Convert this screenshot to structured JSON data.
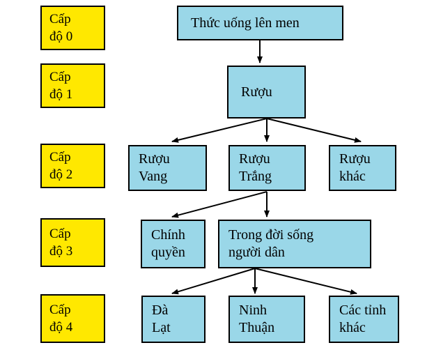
{
  "diagram": {
    "title_text": "Thức uống lên men",
    "colors": {
      "level_label_fill": "#ffe800",
      "topic_fill": "#9ad7e8",
      "stroke": "#000000",
      "background": "#ffffff"
    },
    "level_labels": [
      {
        "line1": "Cấp",
        "line2": "độ 0"
      },
      {
        "line1": "Cấp",
        "line2": "độ 1"
      },
      {
        "line1": "Cấp",
        "line2": "độ 2"
      },
      {
        "line1": "Cấp",
        "line2": "độ 3"
      },
      {
        "line1": "Cấp",
        "line2": "độ 4"
      }
    ],
    "nodes": {
      "root": {
        "line1": "Thức uống lên men",
        "line2": ""
      },
      "ruou": {
        "line1": "Rượu",
        "line2": ""
      },
      "ruou_vang": {
        "line1": "Rượu",
        "line2": "Vang"
      },
      "ruou_trang": {
        "line1": "Rượu",
        "line2": "Trắng"
      },
      "ruou_khac": {
        "line1": "Rượu",
        "line2": "khác"
      },
      "chinh_quyen": {
        "line1": "Chính",
        "line2": "quyền"
      },
      "doi_song": {
        "line1": "Trong đời sống",
        "line2": "người dân"
      },
      "da_lat": {
        "line1": "Đà",
        "line2": "Lạt"
      },
      "ninh_thuan": {
        "line1": "Ninh",
        "line2": "Thuận"
      },
      "cac_tinh_khac": {
        "line1": "Các tỉnh",
        "line2": "khác"
      }
    },
    "edges": [
      {
        "from": "root",
        "to": "ruou"
      },
      {
        "from": "ruou",
        "to": "ruou_vang"
      },
      {
        "from": "ruou",
        "to": "ruou_trang"
      },
      {
        "from": "ruou",
        "to": "ruou_khac"
      },
      {
        "from": "ruou_trang",
        "to": "chinh_quyen"
      },
      {
        "from": "ruou_trang",
        "to": "doi_song"
      },
      {
        "from": "doi_song",
        "to": "da_lat"
      },
      {
        "from": "doi_song",
        "to": "ninh_thuan"
      },
      {
        "from": "doi_song",
        "to": "cac_tinh_khac"
      }
    ]
  }
}
